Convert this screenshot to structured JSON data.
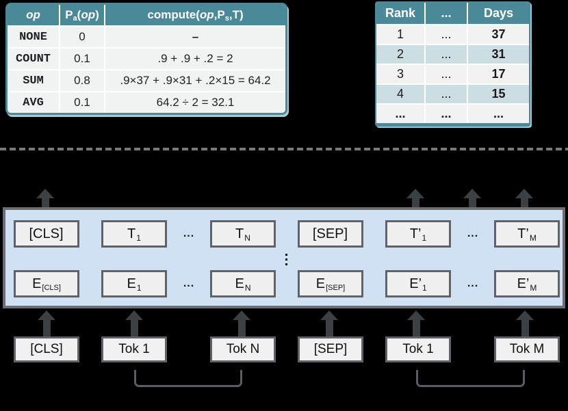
{
  "colors": {
    "teal_header": "#4a8a98",
    "row_alt_blue": "#cddee2",
    "row_plain": "#f2f2f2",
    "encoder_fill": "#cfe1f2",
    "arrow_gray": "#3c4043",
    "box_border": "#5f6368"
  },
  "op_table": {
    "header": {
      "op": "op",
      "pa_p": "P",
      "pa_sub": "a",
      "pa_open": "(",
      "pa_op": "op",
      "pa_close": ")",
      "compute_pre": "compute(",
      "compute_op": "op",
      "compute_mid": ",P",
      "compute_sub": "s",
      "compute_post": ",T)"
    },
    "rows": [
      {
        "op": "NONE",
        "pa": "0",
        "compute": "–"
      },
      {
        "op": "COUNT",
        "pa": "0.1",
        "compute": ".9 + .9 + .2 = 2"
      },
      {
        "op": "SUM",
        "pa": "0.8",
        "compute": ".9×37 + .9×31 + .2×15 = 64.2"
      },
      {
        "op": "AVG",
        "pa": "0.1",
        "compute": "64.2 ÷ 2 = 32.1"
      }
    ]
  },
  "rank_table": {
    "headers": [
      "Rank",
      "...",
      "Days"
    ],
    "rows": [
      [
        "1",
        "...",
        "37"
      ],
      [
        "2",
        "...",
        "31"
      ],
      [
        "3",
        "...",
        "17"
      ],
      [
        "4",
        "...",
        "15"
      ],
      [
        "...",
        "...",
        "..."
      ]
    ]
  },
  "encoder": {
    "t_boxes": [
      {
        "main": "[CLS]",
        "sub": ""
      },
      {
        "main": "T",
        "sub": "1"
      },
      {
        "main": "T",
        "sub": "N"
      },
      {
        "main": "[SEP]",
        "sub": ""
      },
      {
        "main": "T’",
        "sub": "1"
      },
      {
        "main": "T’",
        "sub": "M"
      }
    ],
    "e_boxes": [
      {
        "main": "E",
        "sub": "[CLS]"
      },
      {
        "main": "E",
        "sub": "1"
      },
      {
        "main": "E",
        "sub": "N"
      },
      {
        "main": "E",
        "sub": "[SEP]"
      },
      {
        "main": "E’",
        "sub": "1"
      },
      {
        "main": "E’",
        "sub": "M"
      }
    ],
    "hdots": "...",
    "vertical_ellipsis_icon": "⋮"
  },
  "tokens": [
    "[CLS]",
    "Tok 1",
    "Tok N",
    "[SEP]",
    "Tok 1",
    "Tok M"
  ]
}
